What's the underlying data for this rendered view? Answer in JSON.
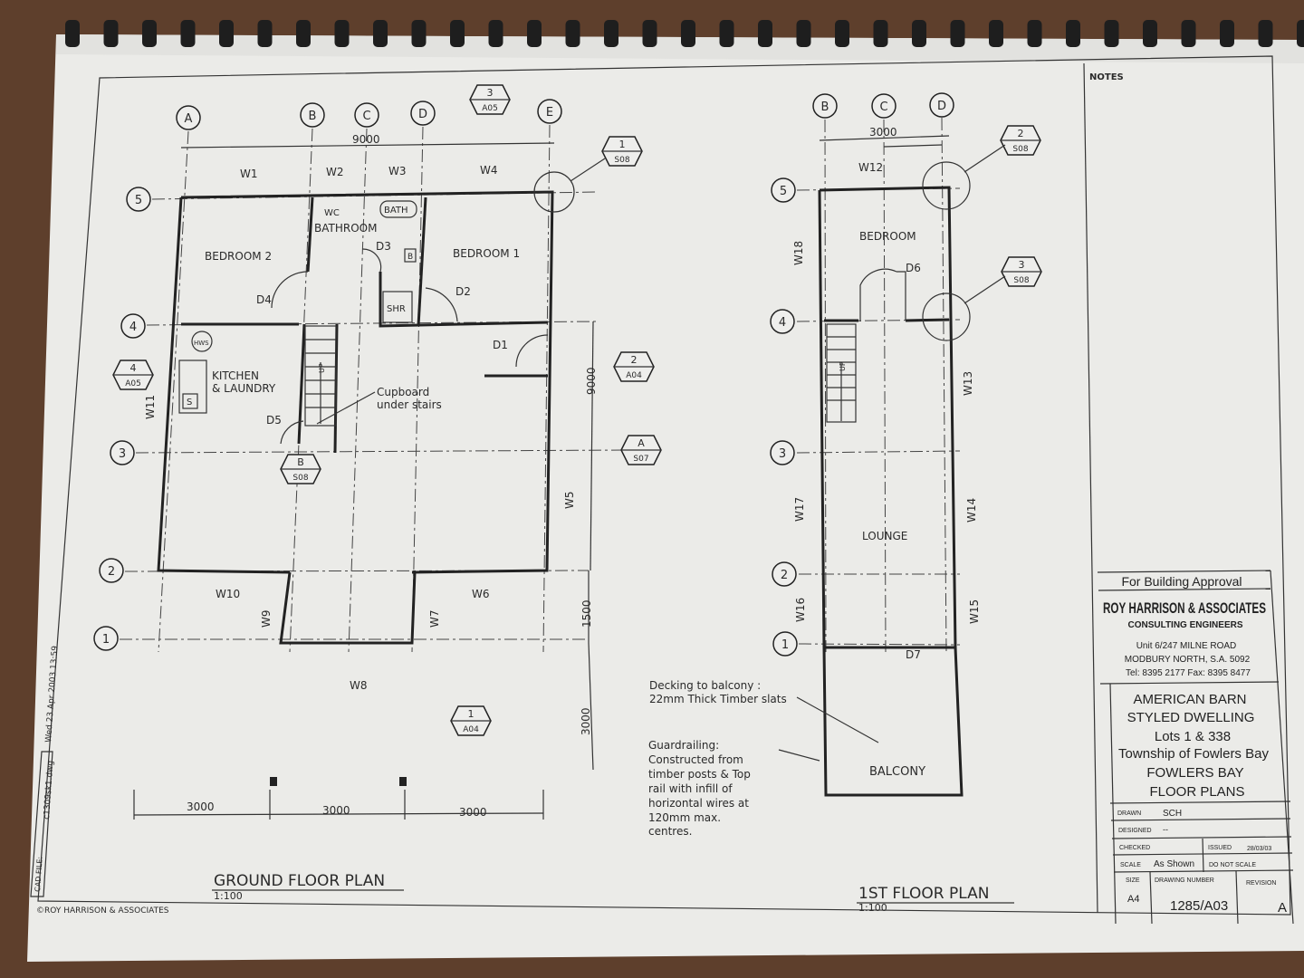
{
  "notes_label": "NOTES",
  "ground": {
    "grid_cols": [
      "A",
      "B",
      "C",
      "D",
      "E"
    ],
    "grid_rows": [
      "5",
      "4",
      "3",
      "2",
      "1"
    ],
    "dims": {
      "top": "9000",
      "right_9000": "9000",
      "right_1500": "1500",
      "right_3000": "3000",
      "bottom": [
        "3000",
        "3000",
        "3000"
      ]
    },
    "rooms": {
      "bedroom2": "BEDROOM 2",
      "bathroom": "BATHROOM",
      "wc": "WC",
      "bath": "BATH",
      "bedroom1": "BEDROOM 1",
      "kitchen1": "KITCHEN",
      "kitchen2": "& LAUNDRY",
      "shr": "SHR",
      "hws": "HWS",
      "s": "S",
      "b": "B",
      "up": "UP"
    },
    "doors": [
      "D1",
      "D2",
      "D3",
      "D4",
      "D5"
    ],
    "windows": {
      "W1": "W1",
      "W2": "W2",
      "W3": "W3",
      "W4": "W4",
      "W5": "W5",
      "W6": "W6",
      "W7": "W7",
      "W8": "W8",
      "W9": "W9",
      "W10": "W10",
      "W11": "W11"
    },
    "note_cupboard": [
      "Cupboard",
      "under stairs"
    ],
    "callouts": {
      "c3_a05": [
        "3",
        "A05"
      ],
      "c1_s08": [
        "1",
        "S08"
      ],
      "c4_a05": [
        "4",
        "A05"
      ],
      "c2_a04": [
        "2",
        "A04"
      ],
      "cA_s07": [
        "A",
        "S07"
      ],
      "cB_s08": [
        "B",
        "S08"
      ],
      "c1_a04": [
        "1",
        "A04"
      ]
    },
    "title": "GROUND FLOOR PLAN",
    "scale": "1:100"
  },
  "first": {
    "grid_cols": [
      "B",
      "C",
      "D"
    ],
    "grid_rows": [
      "5",
      "4",
      "3",
      "2",
      "1"
    ],
    "dim_top": "3000",
    "rooms": {
      "bedroom": "BEDROOM",
      "lounge": "LOUNGE",
      "balcony": "BALCONY",
      "up": "UP"
    },
    "doors": [
      "D6",
      "D7"
    ],
    "windows": [
      "W12",
      "W13",
      "W14",
      "W15",
      "W16",
      "W17",
      "W18"
    ],
    "callouts": {
      "c2_s08": [
        "2",
        "S08"
      ],
      "c3_s08": [
        "3",
        "S08"
      ]
    },
    "note_decking": [
      "Decking to balcony :",
      "22mm Thick Timber slats"
    ],
    "note_guard": [
      "Guardrailing:",
      "Constructed from",
      "timber posts & Top",
      "rail with infill of",
      "horizontal wires at",
      "120mm max.",
      "centres."
    ],
    "title": "1ST FLOOR PLAN",
    "scale": "1:100"
  },
  "margin": {
    "cad_file_label": "CAD FILE:",
    "cad_file": "c1309sk1.dwg",
    "date": "Wed 23 Apr 2003 13:59",
    "copyright": "©ROY HARRISON & ASSOCIATES"
  },
  "title_block": {
    "status": "For Building Approval",
    "firm": "ROY HARRISON & ASSOCIATES",
    "firm_sub": "CONSULTING ENGINEERS",
    "address": [
      "Unit 6/247 MILNE ROAD",
      "MODBURY NORTH, S.A. 5092",
      "Tel: 8395 2177 Fax: 8395 8477"
    ],
    "project": [
      "AMERICAN BARN",
      "STYLED DWELLING",
      "Lots 1 & 338",
      "Township of Fowlers Bay",
      "FOWLERS BAY",
      "FLOOR PLANS"
    ],
    "drawn_label": "DRAWN",
    "drawn": "SCH",
    "designed_label": "DESIGNED",
    "designed": "--",
    "checked_label": "CHECKED",
    "issued_label": "ISSUED",
    "issued": "28/03/03",
    "scale_label": "SCALE",
    "scale": "As Shown",
    "do_not_scale": "DO NOT SCALE",
    "size_label": "SIZE",
    "size": "A4",
    "drawing_number_label": "DRAWING NUMBER",
    "drawing_number": "1285/A03",
    "revision_label": "REVISION",
    "revision": "A"
  }
}
